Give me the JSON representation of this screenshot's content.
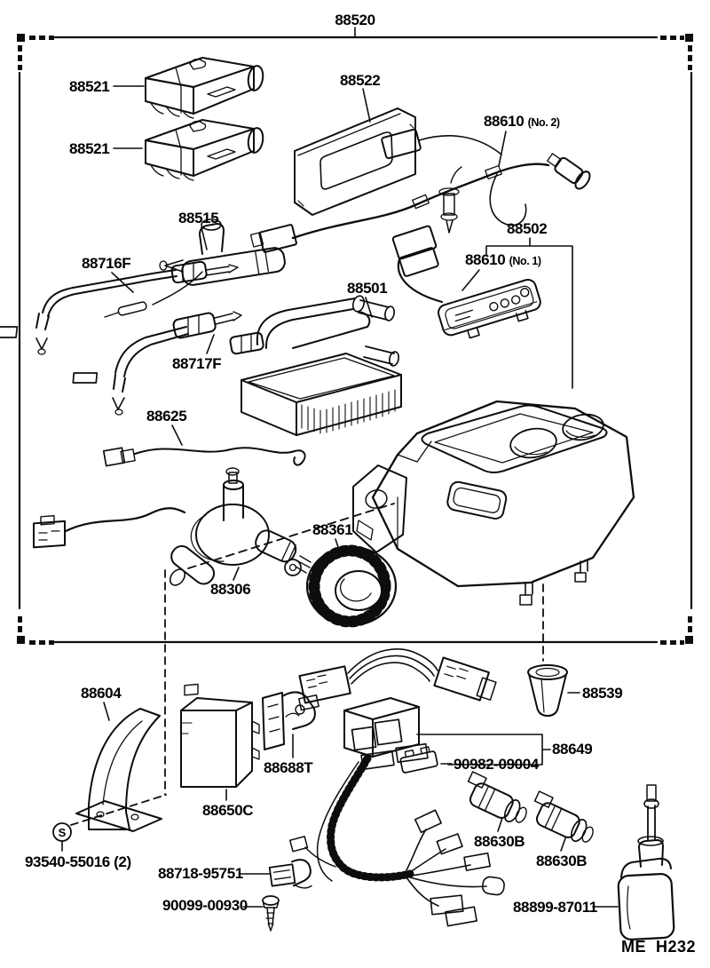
{
  "diagram": {
    "assembly_label": "88520",
    "footer_code": "ME  H232",
    "marker": "S",
    "labels": {
      "p88521a": "88521",
      "p88521b": "88521",
      "p88522": "88522",
      "p88610n2_code": "88610",
      "p88610n2_suffix": "(No. 2)",
      "p88515": "88515",
      "p88716f": "88716F",
      "p88502": "88502",
      "p88610n1_code": "88610",
      "p88610n1_suffix": "(No. 1)",
      "p88501": "88501",
      "p88717f": "88717F",
      "p88625": "88625",
      "p88361": "88361",
      "p88306": "88306",
      "p88604": "88604",
      "p88539": "88539",
      "p88649": "88649",
      "p90982": "90982-09004",
      "p88688t": "88688T",
      "p88650c": "88650C",
      "p93540": "93540-55016 (2)",
      "p88718": "88718-95751",
      "p90099": "90099-00930",
      "p88630ba": "88630B",
      "p88630bb": "88630B",
      "p88899": "88899-87011"
    }
  }
}
